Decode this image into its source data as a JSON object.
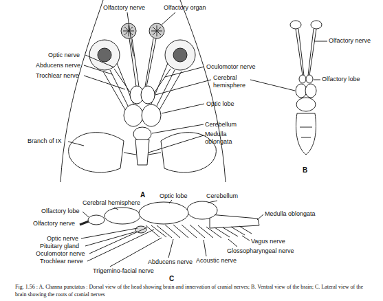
{
  "diagram": {
    "caption": "Fig. 1.56 : A. Channa punctatus : Dorsal view of the head showing brain and innervation of cranial nerves; B. Ventral view of the brain; C. Lateral view of the brain showing the roots of cranial nerves",
    "labels": [
      "Olfactory nerve",
      "Olfactory organ",
      "Optic nerve",
      "Abducens nerve",
      "Trochlear nerve",
      "Oculomotor nerve",
      "Cerebral hemisphere",
      "Optic lobe",
      "Cerebellum",
      "Medulla oblongata",
      "Branch of IX",
      "A",
      "Olfactory nerve",
      "Olfactory lobe",
      "B",
      "Cerebral hemisphere",
      "Optic lobe",
      "Cerebellum",
      "Olfactory lobe",
      "Medulla oblongata",
      "Olfactory nerve",
      "Optic nerve",
      "Pituitary gland",
      "Oculomotor nerve",
      "Trochlear nerve",
      "Trigemino-facial nerve",
      "Abducens nerve",
      "Acoustic nerve",
      "Glossopharyngeal nerve",
      "Vagus nerve",
      "C"
    ]
  }
}
